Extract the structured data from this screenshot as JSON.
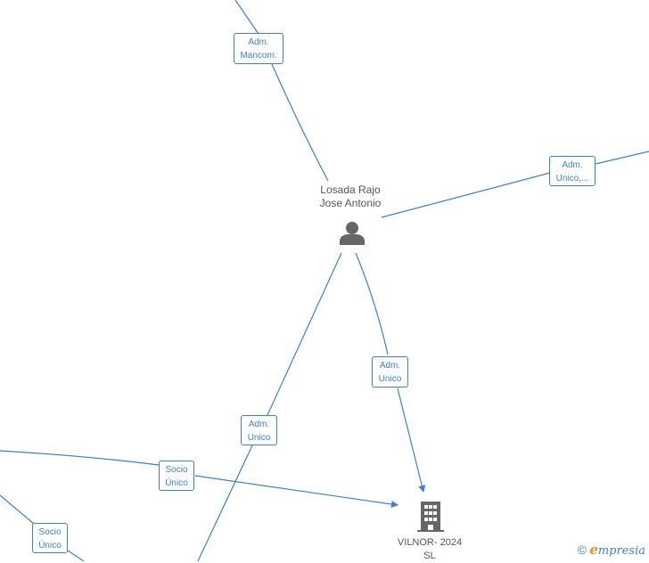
{
  "person": {
    "name_line1": "Losada Rajo",
    "name_line2": "Jose Antonio",
    "icon": "person-icon"
  },
  "company": {
    "name_line1": "VILNOR- 2024",
    "name_line2": "SL",
    "icon": "building-icon"
  },
  "edges": [
    {
      "line1": "Adm.",
      "line2": "Mancom."
    },
    {
      "line1": "Adm.",
      "line2": "Unico,..."
    },
    {
      "line1": "Adm.",
      "line2": "Unico"
    },
    {
      "line1": "Adm.",
      "line2": "Unico"
    },
    {
      "line1": "Socio",
      "line2": "Único"
    },
    {
      "line1": "Socio",
      "line2": "Único"
    }
  ],
  "brand": {
    "copyright": "©",
    "initial": "e",
    "name": "mpresia"
  },
  "colors": {
    "edge": "#3b7fd4",
    "node_text": "#555555",
    "icon": "#666666",
    "brand_accent": "#f08c1a"
  }
}
